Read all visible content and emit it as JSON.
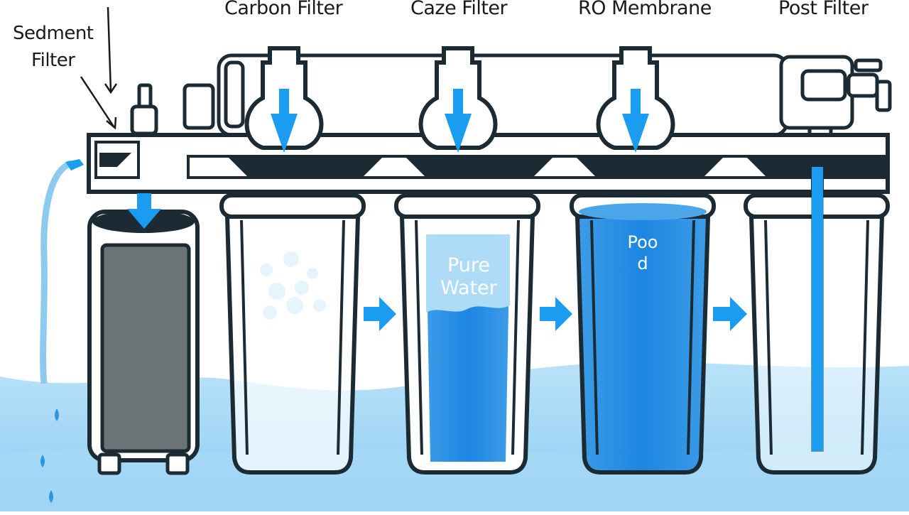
{
  "labels": {
    "sediment_line1": "Sedment",
    "sediment_line2": "Filter",
    "carbon": "Carbon Filter",
    "core": "Caze Filter",
    "ro": "RO Membrane",
    "post": "Post Filter"
  },
  "inner_text": {
    "pure_line1": "Pure",
    "pure_line2": "Water",
    "ro_line1": "Poo",
    "ro_line2": "d"
  },
  "icons": [
    "down-arrow-icon",
    "right-arrow-icon",
    "faucet-icon",
    "valve-icon",
    "water-drop-icon"
  ],
  "colors": {
    "outline": "#1c2a33",
    "water_light": "#aedcf7",
    "water_mid": "#4aa6e8",
    "water_deep": "#1f86e0",
    "arrow": "#1a9df0",
    "sediment_cartridge": "#6b7376"
  }
}
